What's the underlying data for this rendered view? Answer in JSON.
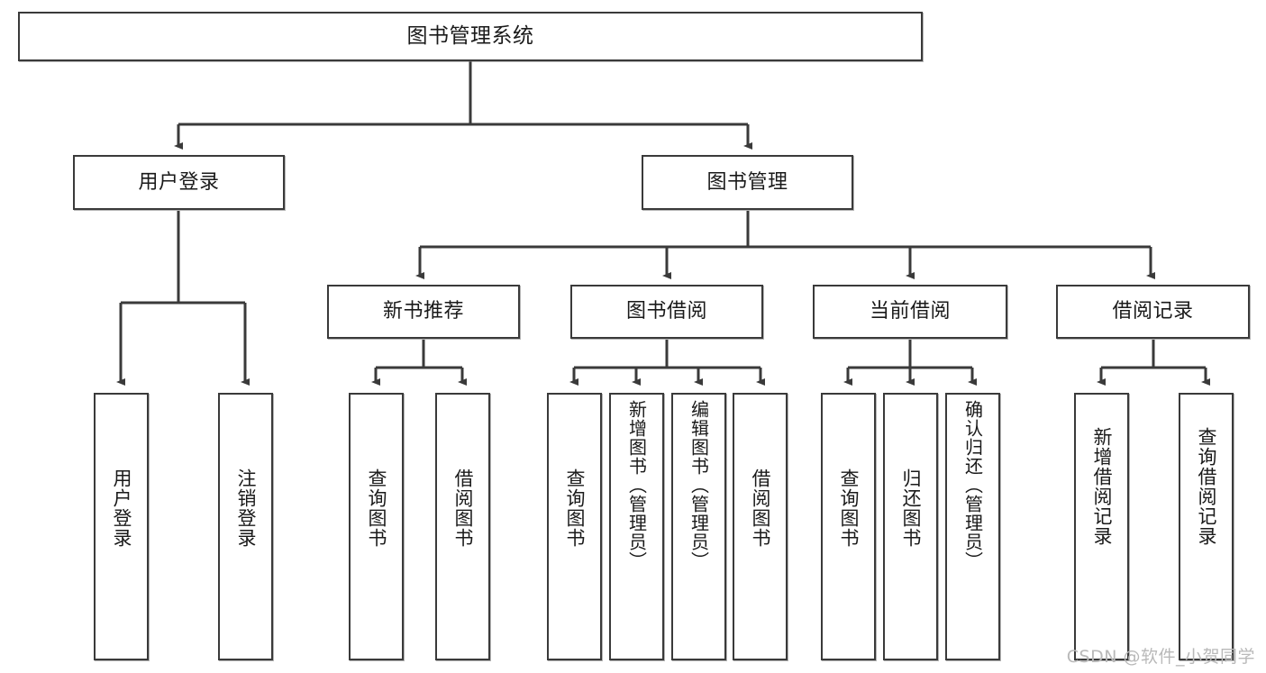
{
  "diagram": {
    "title": "图书管理系统",
    "type": "tree",
    "colors": {
      "box_border": "#3a3a3a",
      "box_fill": "#ffffff",
      "edge": "#3a3a3a",
      "text": "#1a1a1a",
      "watermark": "#b9b9b9"
    },
    "root": {
      "label": "图书管理系统"
    },
    "level2": [
      {
        "label": "用户登录"
      },
      {
        "label": "图书管理"
      }
    ],
    "level3": [
      {
        "label": "新书推荐"
      },
      {
        "label": "图书借阅"
      },
      {
        "label": "当前借阅"
      },
      {
        "label": "借阅记录"
      }
    ],
    "leaves": [
      {
        "label": "用户登录",
        "parent": "用户登录"
      },
      {
        "label": "注销登录",
        "parent": "用户登录"
      },
      {
        "label": "查询图书",
        "parent": "新书推荐"
      },
      {
        "label": "借阅图书",
        "parent": "新书推荐"
      },
      {
        "label": "查询图书",
        "parent": "图书借阅"
      },
      {
        "label": "新增图书（管理员）",
        "parent": "图书借阅"
      },
      {
        "label": "编辑图书（管理员）",
        "parent": "图书借阅"
      },
      {
        "label": "借阅图书",
        "parent": "图书借阅"
      },
      {
        "label": "查询图书",
        "parent": "当前借阅"
      },
      {
        "label": "归还图书",
        "parent": "当前借阅"
      },
      {
        "label": "确认归还（管理员）",
        "parent": "当前借阅"
      },
      {
        "label": "新增借阅记录",
        "parent": "借阅记录"
      },
      {
        "label": "查询借阅记录",
        "parent": "借阅记录"
      }
    ]
  },
  "watermark": {
    "text": "CSDN @软件_小贺同学"
  }
}
